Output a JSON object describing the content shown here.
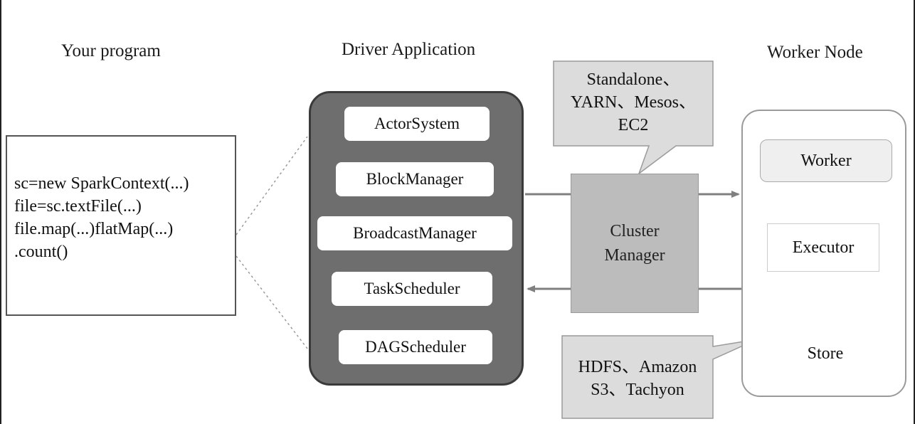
{
  "headings": {
    "program": "Your program",
    "driver": "Driver Application",
    "worker_node": "Worker Node"
  },
  "program_code": [
    "sc=new SparkContext(...)",
    "file=sc.textFile(...)",
    "file.map(...)flatMap(...)",
    ".count()"
  ],
  "driver_components": [
    "ActorSystem",
    "BlockManager",
    "BroadcastManager",
    "TaskScheduler",
    "DAGScheduler"
  ],
  "cluster_manager": {
    "line1": "Cluster",
    "line2": "Manager"
  },
  "cluster_callout": {
    "line1": "Standalone、",
    "line2": "YARN、Mesos、",
    "line3": "EC2"
  },
  "worker": {
    "worker_label": "Worker",
    "executor_label": "Executor",
    "store_label": "Store"
  },
  "store_callout": {
    "line1": "HDFS、Amazon",
    "line2": "S3、Tachyon"
  },
  "colors": {
    "driver_fill": "#6e6e6e",
    "cluster_fill": "#bcbcbc",
    "callout_fill": "#dcdcdc",
    "store_fill": "#b5b5b5",
    "arrow": "#808080"
  }
}
